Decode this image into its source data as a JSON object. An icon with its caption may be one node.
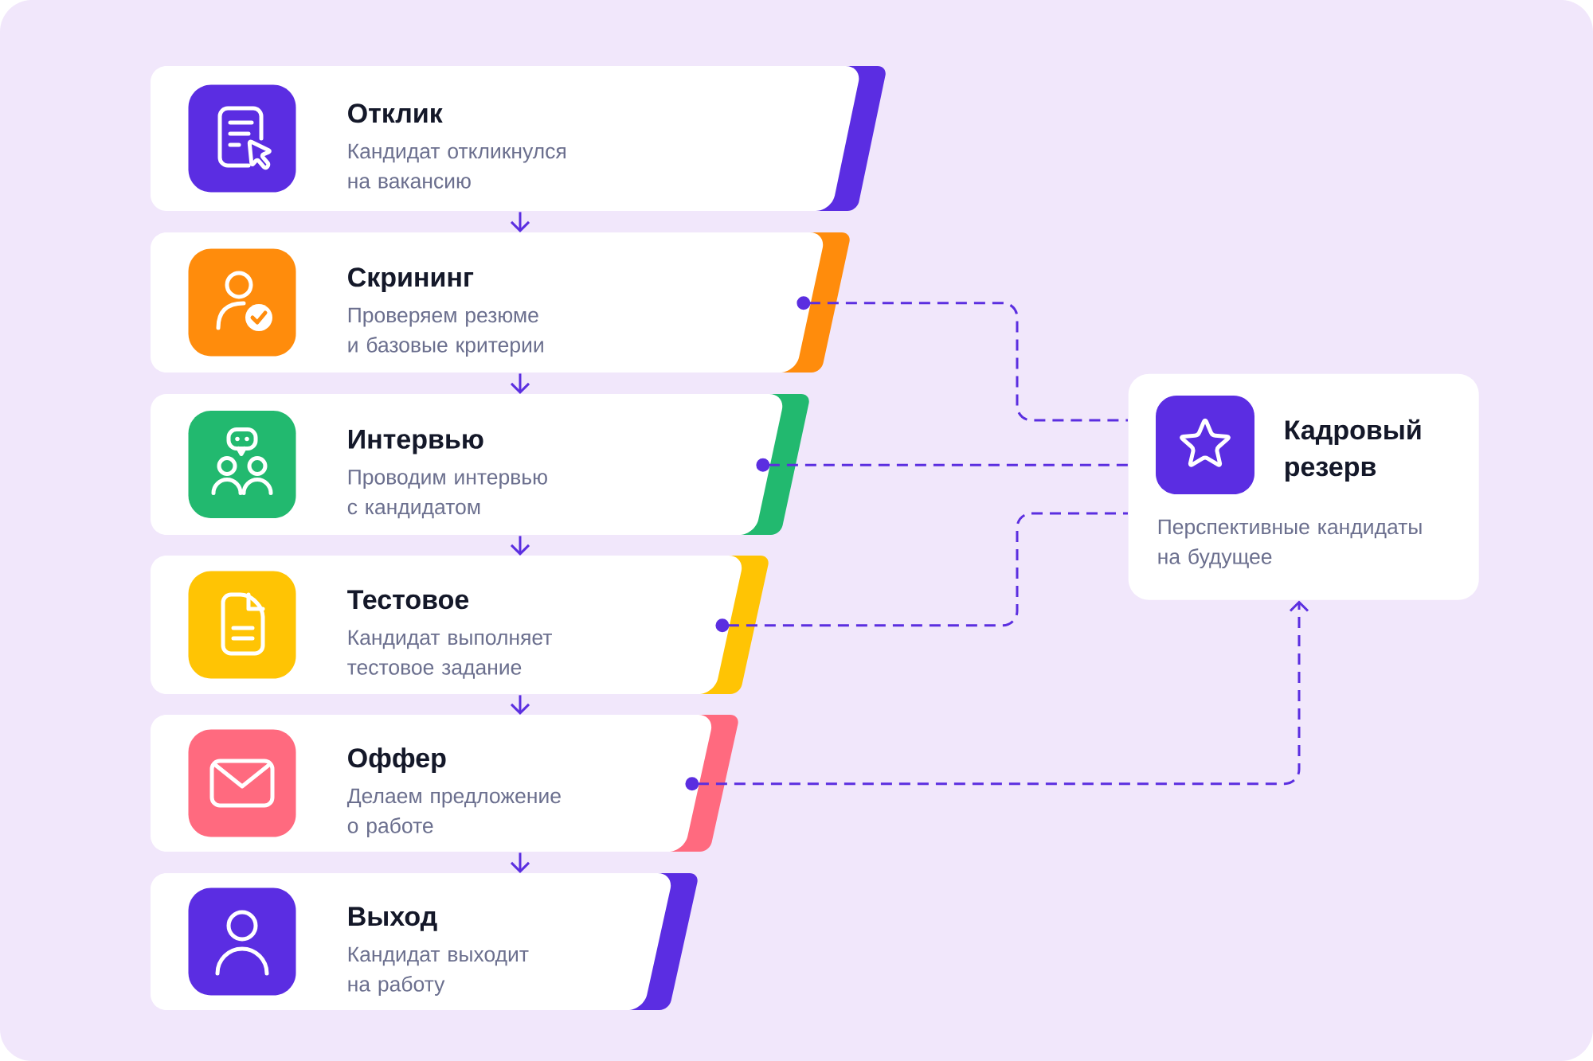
{
  "diagram": {
    "nodes": [
      {
        "text": [
          "Отклик",
          "Кандидат откликнулся на вакансию"
        ]
      },
      {
        "text": [
          "Скрининг",
          "Проверяем резюме и базовые критерии"
        ]
      },
      {
        "text": [
          "Интервью",
          "Проводим интервью с кандидатом"
        ]
      },
      {
        "text": [
          "Тестовое",
          "Кандидат выполняет тестовое задание"
        ]
      },
      {
        "text": [
          "Оффер",
          "Делаем предложение о работе"
        ]
      },
      {
        "text": [
          "Выход",
          "Кандидат выходит на работу"
        ]
      },
      {
        "text": [
          "Кадровый резерв",
          "Перспективные кандидаты на будущее"
        ]
      }
    ],
    "edges": [
      {
        "from": 0,
        "to": 1,
        "arrow": "to"
      },
      {
        "from": 1,
        "to": 2,
        "arrow": "to"
      },
      {
        "from": 2,
        "to": 3,
        "arrow": "to"
      },
      {
        "from": 3,
        "to": 4,
        "arrow": "to"
      },
      {
        "from": 4,
        "to": 5,
        "arrow": "to"
      },
      {
        "from": 1,
        "to": 6,
        "arrow": "other",
        "style": "dashed"
      },
      {
        "from": 2,
        "to": 6,
        "arrow": "other",
        "style": "dashed"
      },
      {
        "from": 3,
        "to": 6,
        "arrow": "other",
        "style": "dashed"
      },
      {
        "from": 4,
        "to": 6,
        "arrow": "to",
        "style": "dashed"
      }
    ]
  }
}
